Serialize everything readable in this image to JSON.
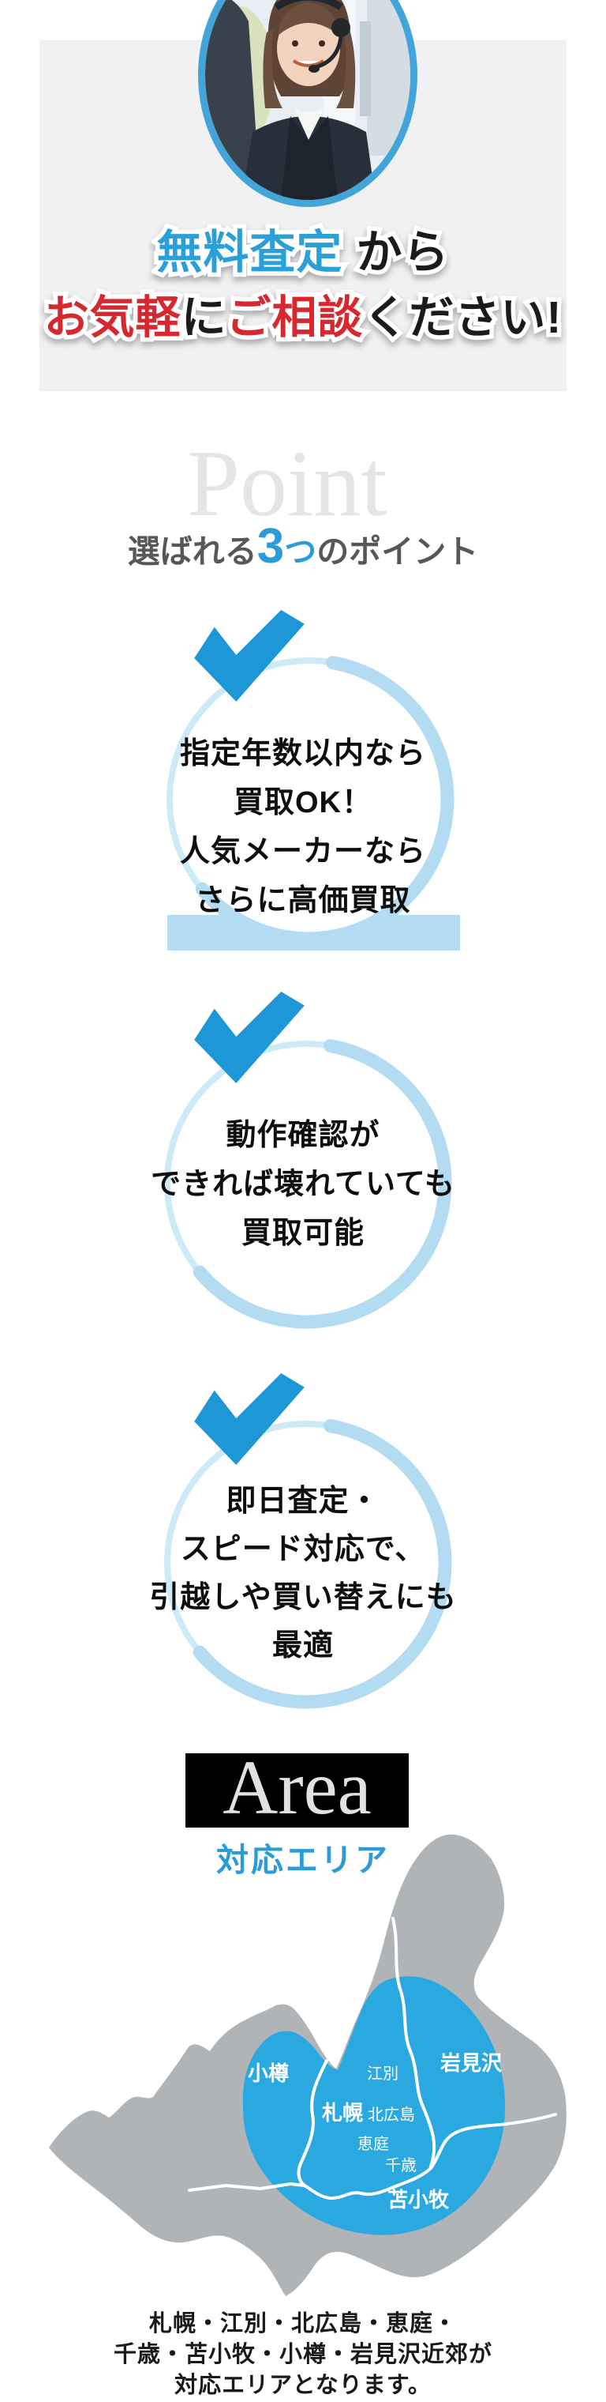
{
  "hero": {
    "photo_alt": "operator-with-headset",
    "line1_seg1": "無料査定",
    "line1_seg2": " から",
    "line2_seg1": "お気軽",
    "line2_seg2": "に",
    "line2_seg3": "ご相談",
    "line2_seg4": "ください!"
  },
  "points": {
    "heading_en": "Point",
    "sub_pre": "選ばれる",
    "sub_num": "3",
    "sub_tsu": "つ",
    "sub_post": "のポイント",
    "items": [
      {
        "lines": [
          "指定年数以内なら",
          "買取OK！",
          "人気メーカーなら",
          "さらに高価買取"
        ]
      },
      {
        "lines": [
          "動作確認が",
          "できれば壊れていても",
          "買取可能"
        ]
      },
      {
        "lines": [
          "即日査定・",
          "スピード対応で、",
          "引越しや買い替えにも",
          "最適"
        ]
      }
    ]
  },
  "area": {
    "heading_en": "Area",
    "heading_jp": "対応エリア",
    "note_line1": "札幌・江別・北広島・恵庭・",
    "note_line2": "千歳・苫小牧・小樽・岩見沢近郊が",
    "note_line3": "対応エリアとなります。"
  },
  "map": {
    "labels": [
      {
        "name": "小樽"
      },
      {
        "name": "江別"
      },
      {
        "name": "岩見沢"
      },
      {
        "name": "札幌"
      },
      {
        "name": "北広島"
      },
      {
        "name": "恵庭"
      },
      {
        "name": "千歳"
      },
      {
        "name": "苫小牧"
      }
    ]
  },
  "colors": {
    "accent_blue": "#29a0d8",
    "accent_red": "#d7282f",
    "check_blue": "#1d97d6",
    "ring_light_blue": "#b3dcf3",
    "banner_gray": "#f1f1f2",
    "map_blue": "#29a9e0",
    "map_gray": "#b1b4b6",
    "heading_watermark": "#e4e5e6"
  }
}
